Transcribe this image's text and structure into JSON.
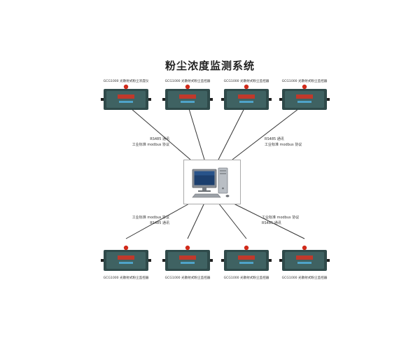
{
  "title": "粉尘浓度监测系统",
  "top_devices": [
    {
      "label": "GCG1000 光散射式粉尘浓度仪"
    },
    {
      "label": "GCG1000 光散射式粉尘监控器"
    },
    {
      "label": "GCG1000 光散射式粉尘监控器"
    },
    {
      "label": "GCG1000 光散射式粉尘监控器"
    }
  ],
  "bottom_devices": [
    {
      "label": "GCG1000 光散射式粉尘监控器"
    },
    {
      "label": "GCG1000 光散射式粉尘监控器"
    },
    {
      "label": "GCG1000 光散射式粉尘监控器"
    },
    {
      "label": "GCG1000 光散射式粉尘监控器"
    }
  ],
  "link_labels": {
    "top_left": {
      "line1": "RS485 通讯",
      "line2": "工业标准 modbus 协议"
    },
    "top_right": {
      "line1": "RS485 通讯",
      "line2": "工业标准 modbus 协议"
    },
    "bottom_left": {
      "line1": "工业标准 modbus 协议",
      "line2": "RS485 通讯"
    },
    "bottom_right": {
      "line1": "工业标准 modbus 协议",
      "line2": "RS485 通讯"
    }
  },
  "colors": {
    "device_body": "#2f4a4a",
    "device_panel": "#3f6262",
    "device_lamp": "#d12a1a",
    "device_badge": "#c0392b",
    "device_screen": "#4fa3c8",
    "line": "#333333"
  },
  "icons": {
    "central": "desktop-computer-icon",
    "device": "dust-monitor-icon"
  }
}
